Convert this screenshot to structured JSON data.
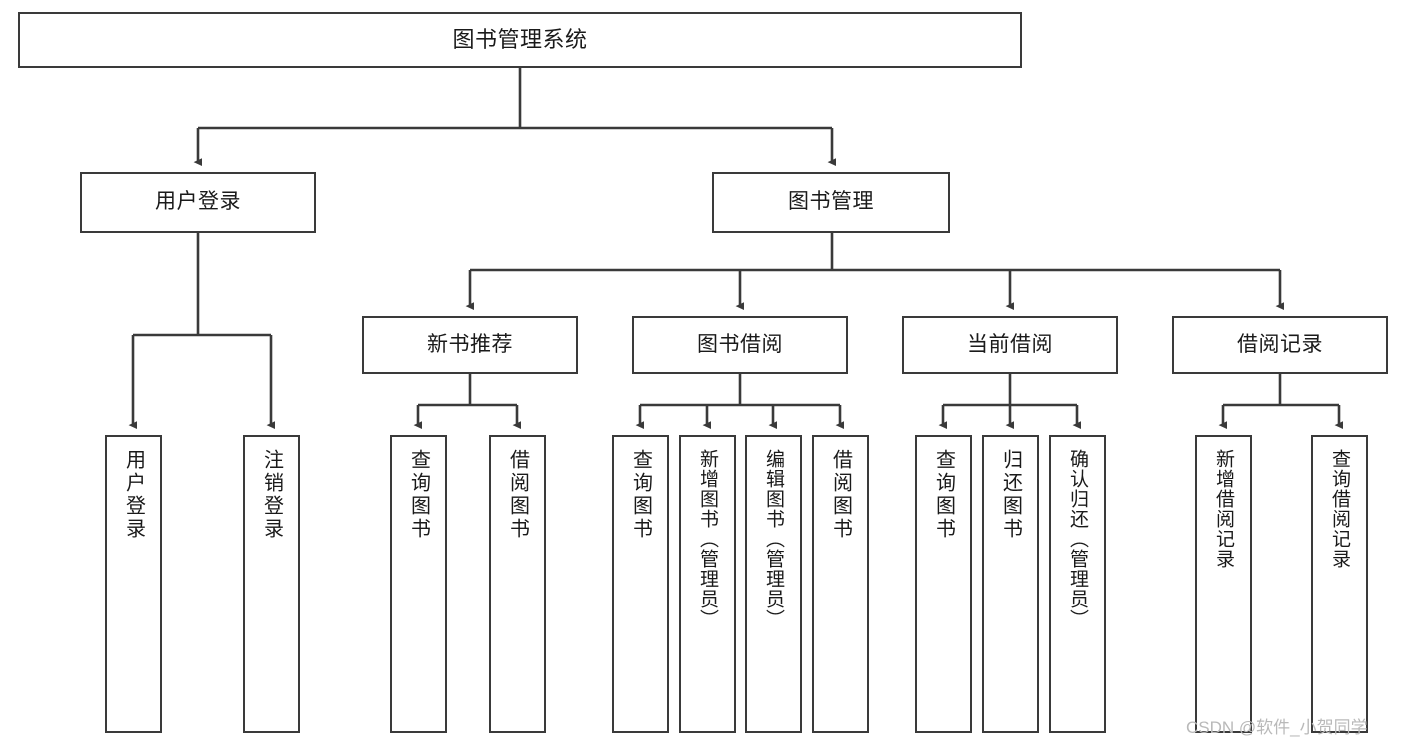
{
  "diagram": {
    "title": "图书管理系统",
    "type": "tree-hierarchy",
    "watermark": "CSDN @软件_小贺同学",
    "colors": {
      "background": "#ffffff",
      "box_border": "#3a3a3a",
      "box_fill": "#ffffff",
      "text": "#1a1a1a",
      "edge": "#3a3a3a",
      "watermark": "#b9b9b9"
    },
    "nodes": {
      "root": {
        "label": "图书管理系统"
      },
      "level1": [
        {
          "label": "用户登录"
        },
        {
          "label": "图书管理"
        }
      ],
      "level2": [
        {
          "label": "新书推荐"
        },
        {
          "label": "图书借阅"
        },
        {
          "label": "当前借阅"
        },
        {
          "label": "借阅记录"
        }
      ],
      "leaves": {
        "user_login": [
          {
            "label": "用户登录"
          },
          {
            "label": "注销登录"
          }
        ],
        "new_book_recommend": [
          {
            "label": "查询图书"
          },
          {
            "label": "借阅图书"
          }
        ],
        "book_borrow": [
          {
            "label": "查询图书"
          },
          {
            "label": "新增图书（管理员）"
          },
          {
            "label": "编辑图书（管理员）"
          },
          {
            "label": "借阅图书"
          }
        ],
        "current_borrow": [
          {
            "label": "查询图书"
          },
          {
            "label": "归还图书"
          },
          {
            "label": "确认归还（管理员）"
          }
        ],
        "borrow_record": [
          {
            "label": "新增借阅记录"
          },
          {
            "label": "查询借阅记录"
          }
        ]
      }
    }
  }
}
